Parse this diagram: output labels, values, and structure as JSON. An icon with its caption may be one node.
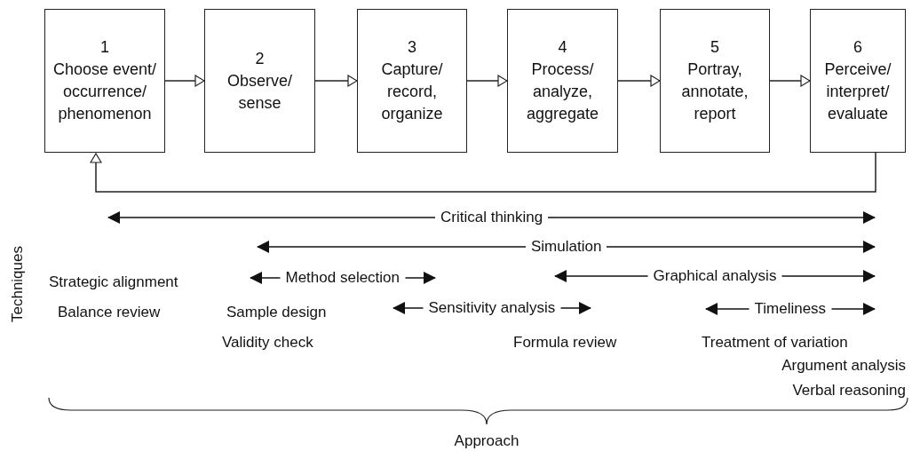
{
  "diagram": {
    "nodes": [
      {
        "text": [
          "1",
          "Choose event/ occurrence/ phenomenon"
        ]
      },
      {
        "text": [
          "2",
          "Observe/ sense"
        ]
      },
      {
        "text": [
          "3",
          "Capture/ record, organize"
        ]
      },
      {
        "text": [
          "4",
          "Process/ analyze, aggregate"
        ]
      },
      {
        "text": [
          "5",
          "Portray, annotate, report"
        ]
      },
      {
        "text": [
          "6",
          "Perceive/ interpret/ evaluate"
        ]
      }
    ],
    "edges": [
      {
        "from": 0,
        "to": 1,
        "arrow": "to"
      },
      {
        "from": 1,
        "to": 2,
        "arrow": "to"
      },
      {
        "from": 2,
        "to": 3,
        "arrow": "to"
      },
      {
        "from": 3,
        "to": 4,
        "arrow": "to"
      },
      {
        "from": 4,
        "to": 5,
        "arrow": "to"
      },
      {
        "from": 5,
        "to": 0,
        "arrow": "to"
      }
    ],
    "labels": [
      "Techniques",
      "Critical thinking",
      "Simulation",
      "Strategic alignment",
      "Method selection",
      "Graphical analysis",
      "Balance review",
      "Sample design",
      "Sensitivity analysis",
      "Timeliness",
      "Validity check",
      "Formula review",
      "Treatment of variation",
      "Argument analysis",
      "Verbal reasoning",
      "Approach"
    ]
  }
}
